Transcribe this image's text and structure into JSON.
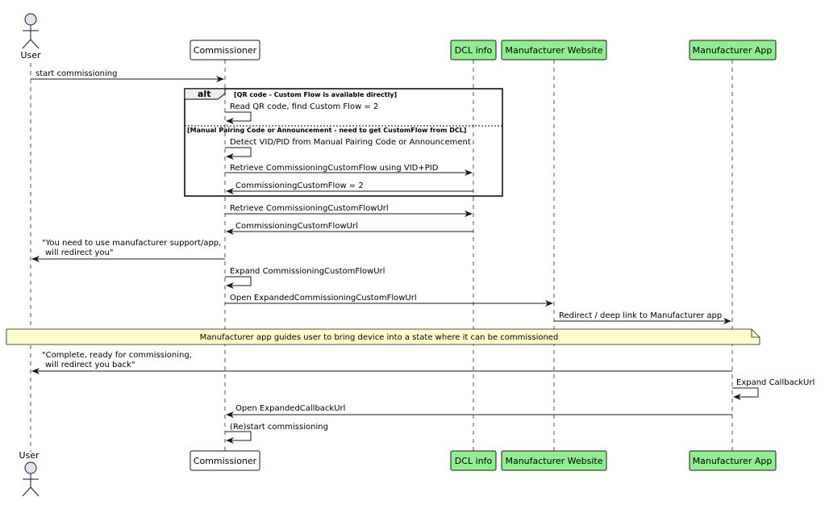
{
  "participants": [
    {
      "id": "user",
      "label": "User",
      "kind": "actor"
    },
    {
      "id": "commissioner",
      "label": "Commissioner",
      "kind": "box",
      "color": "#ffffff"
    },
    {
      "id": "dcl",
      "label": "DCL info",
      "kind": "box",
      "color": "#90ee90"
    },
    {
      "id": "website",
      "label": "Manufacturer Website",
      "kind": "box",
      "color": "#90ee90"
    },
    {
      "id": "app",
      "label": "Manufacturer App",
      "kind": "box",
      "color": "#90ee90"
    }
  ],
  "alt": {
    "keyword": "alt",
    "guard1": "[QR code - Custom Flow is available directly]",
    "guard2": "[Manual Pairing Code or Announcement - need to get CustomFlow from DCL]"
  },
  "messages": [
    {
      "from": "user",
      "to": "commissioner",
      "lines": [
        "start commissioning"
      ]
    },
    {
      "from": "commissioner",
      "to": "commissioner",
      "lines": [
        "Read QR code, find Custom Flow = 2"
      ]
    },
    {
      "from": "commissioner",
      "to": "commissioner",
      "lines": [
        "Detect VID/PID from Manual Pairing Code or Announcement"
      ]
    },
    {
      "from": "commissioner",
      "to": "dcl",
      "lines": [
        "Retrieve CommissioningCustomFlow using VID+PID"
      ]
    },
    {
      "from": "dcl",
      "to": "commissioner",
      "lines": [
        "CommissioningCustomFlow = 2"
      ]
    },
    {
      "from": "commissioner",
      "to": "dcl",
      "lines": [
        "Retrieve CommissioningCustomFlowUrl"
      ]
    },
    {
      "from": "dcl",
      "to": "commissioner",
      "lines": [
        "CommissioningCustomFlowUrl"
      ]
    },
    {
      "from": "commissioner",
      "to": "user",
      "lines": [
        "\"You need to use manufacturer support/app,",
        "will redirect you\""
      ]
    },
    {
      "from": "commissioner",
      "to": "commissioner",
      "lines": [
        "Expand CommissioningCustomFlowUrl"
      ]
    },
    {
      "from": "commissioner",
      "to": "website",
      "lines": [
        "Open ExpandedCommissioningCustomFlowUrl"
      ]
    },
    {
      "from": "website",
      "to": "app",
      "lines": [
        "Redirect / deep link to Manufacturer app"
      ]
    },
    {
      "from": "app",
      "to": "user",
      "lines": [
        "\"Complete, ready for commissioning,",
        "will redirect you back\""
      ]
    },
    {
      "from": "app",
      "to": "app",
      "lines": [
        "Expand CallbackUrl"
      ]
    },
    {
      "from": "app",
      "to": "commissioner",
      "lines": [
        "Open ExpandedCallbackUrl"
      ]
    },
    {
      "from": "commissioner",
      "to": "commissioner",
      "lines": [
        "(Re)start commissioning"
      ]
    }
  ],
  "note": {
    "text": "Manufacturer app guides user to bring device into a state where it can be commissioned",
    "color": "#fefece"
  }
}
